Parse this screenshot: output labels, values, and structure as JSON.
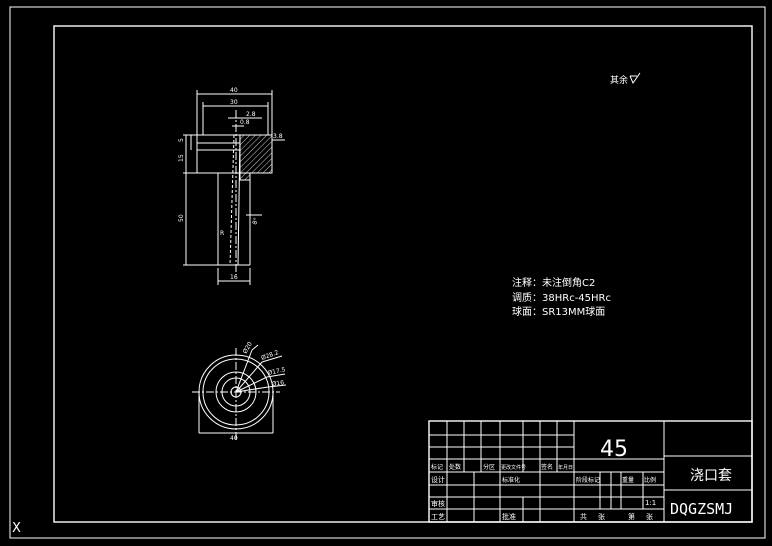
{
  "drawing": {
    "surface_note": "其余",
    "notes": [
      "注释：未注倒角C2",
      "调质：38HRc-45HRc",
      "球面：SR13MM球面"
    ],
    "dims_front": {
      "overall_width": "40",
      "inner_width": "30",
      "d1": "2.8",
      "d2": "0.8",
      "d3": "3.8",
      "h_top": "5",
      "h_flange": "15",
      "h_stem": "50",
      "r_small": "R",
      "stem_dia": "16",
      "angle": "8°"
    },
    "dims_top": {
      "d_a": "Ø20",
      "d_b": "Ø28.2",
      "d_c": "Ø17.5",
      "d_d": "Ø16",
      "width": "40"
    },
    "title_block": {
      "material": "45",
      "part_name": "浇口套",
      "drawing_code": "DQGZSMJ",
      "scale": "1:1",
      "col_headers": [
        "标记",
        "处数",
        "分区",
        "更改文件号",
        "签名",
        "年月日"
      ],
      "row_labels": [
        "设计",
        "审核",
        "工艺"
      ],
      "mid_labels": [
        "标准化",
        "批准"
      ],
      "stage_labels": [
        "阶段标记",
        "重量",
        "比例"
      ],
      "sheet_labels": [
        "共",
        "张",
        "第",
        "张"
      ]
    },
    "ucs_axis": "X"
  },
  "colors": {
    "background": "#000000",
    "line": "#ffffff",
    "hatch": "#ffffff"
  }
}
